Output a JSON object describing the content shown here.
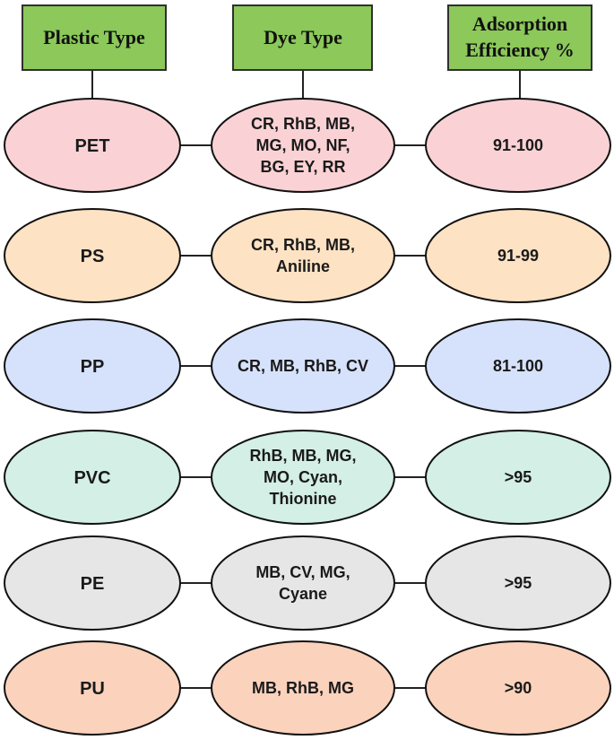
{
  "headers": {
    "plastic_type": "Plastic Type",
    "dye_type": "Dye Type",
    "efficiency_line1": "Adsorption",
    "efficiency_line2": "Efficiency %"
  },
  "colors": {
    "header_fill": "#8cc85a",
    "outline": "#111111"
  },
  "rows": [
    {
      "plastic": "PET",
      "dye_lines": [
        "CR, RhB, MB,",
        "MG, MO, NF,",
        "BG, EY, RR"
      ],
      "efficiency": "91-100",
      "color": "#fad2d5"
    },
    {
      "plastic": "PS",
      "dye_lines": [
        "CR, RhB, MB,",
        "Aniline"
      ],
      "efficiency": "91-99",
      "color": "#fde2c4"
    },
    {
      "plastic": "PP",
      "dye_lines": [
        "CR, MB, RhB, CV"
      ],
      "efficiency": "81-100",
      "color": "#d6e2fb"
    },
    {
      "plastic": "PVC",
      "dye_lines": [
        "RhB, MB, MG,",
        "MO, Cyan,",
        "Thionine"
      ],
      "efficiency": ">95",
      "color": "#d3efe6"
    },
    {
      "plastic": "PE",
      "dye_lines": [
        "MB, CV, MG,",
        "Cyane"
      ],
      "efficiency": ">95",
      "color": "#e6e6e6"
    },
    {
      "plastic": "PU",
      "dye_lines": [
        "MB, RhB, MG"
      ],
      "efficiency": ">90",
      "color": "#fbd2bc"
    }
  ]
}
